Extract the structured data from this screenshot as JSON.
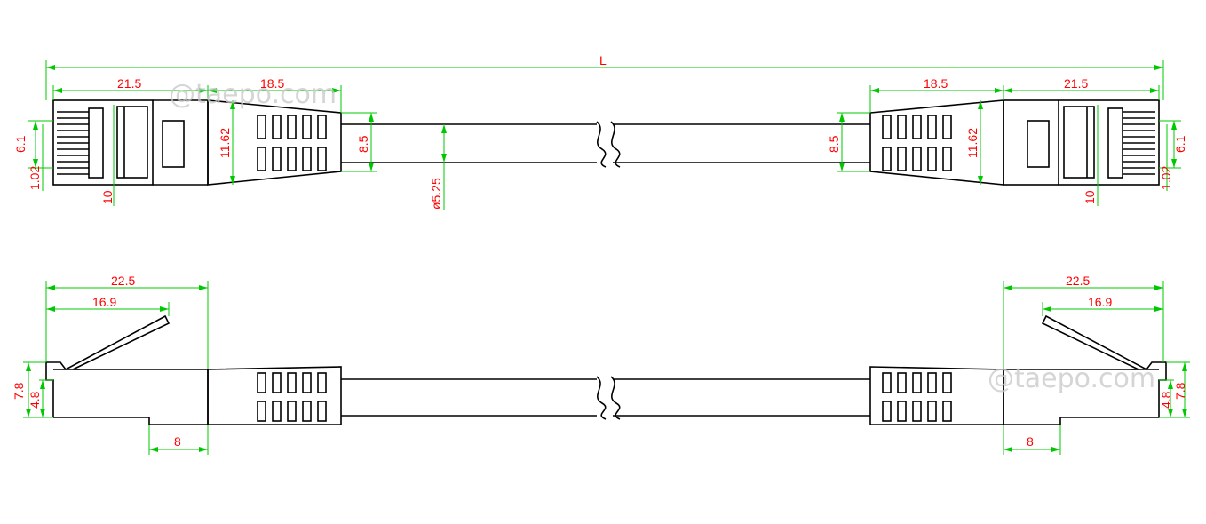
{
  "watermark": "@taepo.com",
  "dims": {
    "overall_length": "L",
    "plug_length": "21.5",
    "boot_length": "18.5",
    "contact_width": "6.1",
    "contact_pitch": "1.02",
    "latch_width": "10",
    "plug_height": "11.62",
    "boot_tip": "8.5",
    "cable_dia": "ø5.25",
    "side_total": "22.5",
    "side_latch": "16.9",
    "side_height": "7.8",
    "side_body": "4.8",
    "side_tab": "8"
  },
  "colors": {
    "outline": "#000000",
    "dimension_line": "#00c800",
    "dimension_text": "#ff0000",
    "watermark": "#c8c8c8"
  }
}
